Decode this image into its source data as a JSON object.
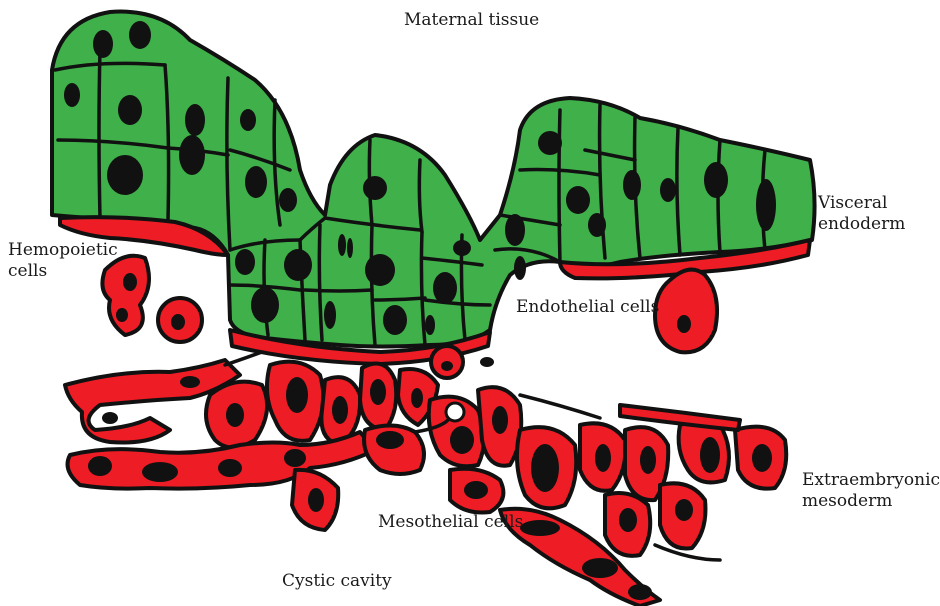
{
  "labels": {
    "maternal_tissue": "Maternal tissue",
    "visceral_endoderm_line1": "Visceral",
    "visceral_endoderm_line2": "endoderm",
    "hemopoietic_line1": "Hemopoietic",
    "hemopoietic_line2": "cells",
    "endothelial": "Endothelial cells",
    "extraembryonic_line1": "Extraembryonic",
    "extraembryonic_line2": "mesoderm",
    "mesothelial": "Mesothelial cells",
    "cystic_cavity": "Cystic cavity"
  },
  "colors": {
    "endoderm": "#3fb04a",
    "mesoderm": "#ee1c24",
    "nucleus": "#111111",
    "outline": "#111111"
  }
}
